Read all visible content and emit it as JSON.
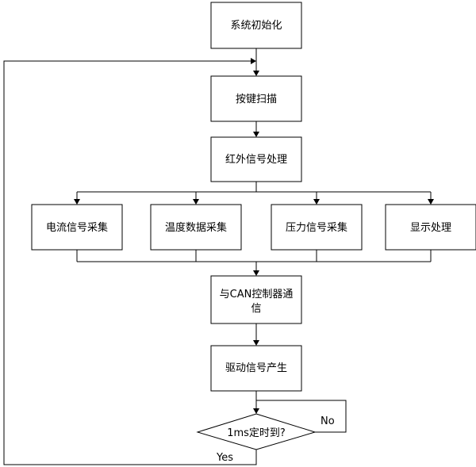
{
  "nodes": {
    "init": "系统初始化",
    "scan": "按键扫描",
    "ir": "红外信号处理",
    "current": "电流信号采集",
    "temp": "温度数据采集",
    "pressure": "压力信号采集",
    "display": "显示处理",
    "can_line1": "与CAN控制器通",
    "can_line2": "信",
    "drive": "驱动信号产生",
    "decision": "1ms定时到?"
  },
  "edges": {
    "no": "No",
    "yes": "Yes"
  }
}
